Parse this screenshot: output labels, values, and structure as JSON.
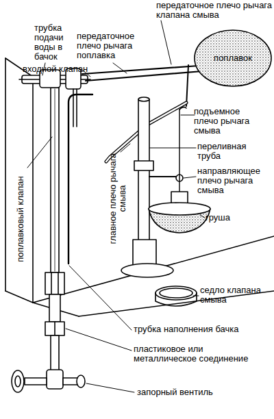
{
  "diagram": {
    "nodes": [
      {
        "text": [
          "поплавок"
        ]
      }
    ],
    "labels": [
      "передаточное плечо рычага клапана смыва",
      "трубка подачи воды в бачок",
      "передаточное плечо рычага поплавка",
      "входной клапан",
      "подъемное плечо рычага смыва",
      "поплавковый клапан",
      "главное плечо рычага смыва",
      "переливная труба",
      "направляющее плечо рычага смыва",
      "груша",
      "седло клапана смыва",
      "трубка наполнения бачка",
      "пластиковое или металлическое соединение",
      "запорный вентиль"
    ]
  }
}
